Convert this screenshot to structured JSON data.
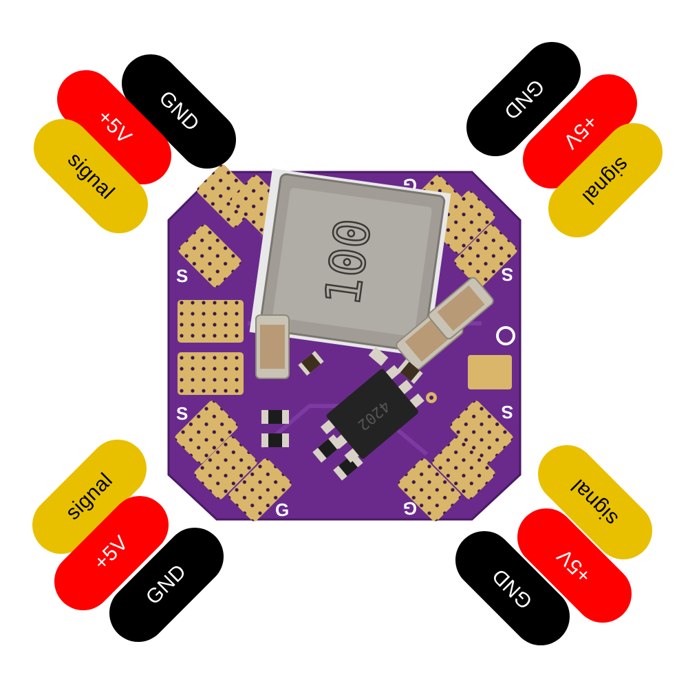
{
  "wire_labels": {
    "gnd": "GND",
    "positive": "+5V",
    "signal": "signal"
  },
  "pad_marks": {
    "ground": "G",
    "signal": "S"
  },
  "components": {
    "inductor_marking": "100",
    "regulator_marking": "4202"
  },
  "colors": {
    "board": "#6a2a8c",
    "pad": "#d9b66a",
    "gnd_wire": "#000000",
    "positive_wire": "#ff0000",
    "signal_wire": "#e8c000"
  }
}
